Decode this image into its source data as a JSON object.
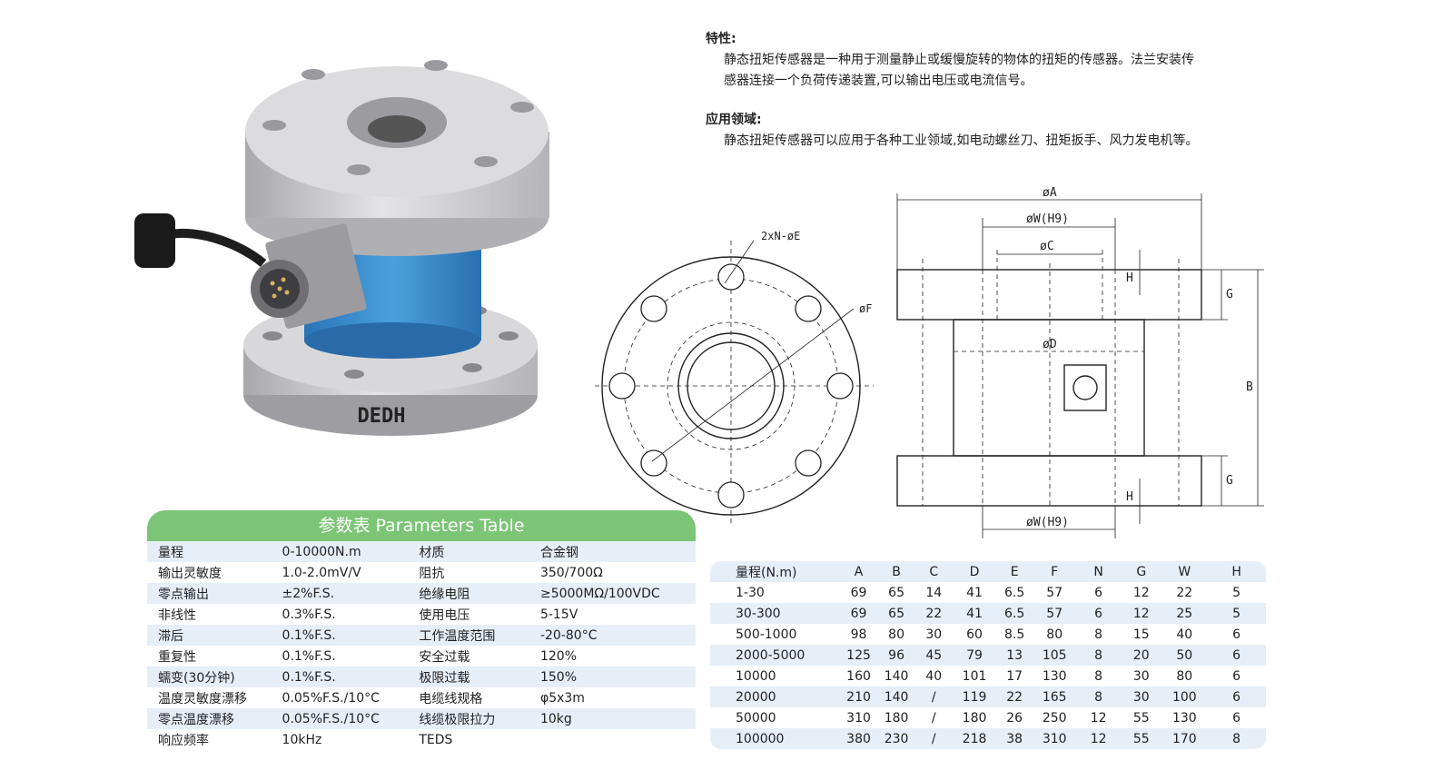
{
  "description": {
    "features_heading": "特性:",
    "features_line1": "静态扭矩传感器是一种用于测量静止或缓慢旋转的物体的扭矩的传感器。法兰安装传",
    "features_line2": "感器连接一个负荷传递装置,可以输出电压或电流信号。",
    "application_heading": "应用领域:",
    "application_text": "静态扭矩传感器可以应用于各种工业领域,如电动螺丝刀、扭矩扳手、风力发电机等。"
  },
  "product_photo": {
    "logo": "DEDH",
    "colors": {
      "flange": "#c9c9cc",
      "body": "#3a8fd0",
      "connector": "#8c8c8c"
    }
  },
  "drawing_labels": {
    "phiA": "øA",
    "phiW_top": "øW(H9)",
    "phiC": "øC",
    "phiD": "øD",
    "phiW_bottom": "øW(H9)",
    "H_top": "H",
    "H_bottom": "H",
    "G_top": "G",
    "G_bottom": "G",
    "B": "B",
    "holes": "2xN-øE",
    "phiF": "øF"
  },
  "params_table": {
    "title": "参数表  Parameters Table",
    "rows": [
      [
        "量程",
        "0-10000N.m",
        "材质",
        "合金钢"
      ],
      [
        "输出灵敏度",
        "1.0-2.0mV/V",
        "阻抗",
        "350/700Ω"
      ],
      [
        "零点输出",
        "±2%F.S.",
        "绝缘电阻",
        "≥5000MΩ/100VDC"
      ],
      [
        "非线性",
        "0.3%F.S.",
        "使用电压",
        "5-15V"
      ],
      [
        "滞后",
        "0.1%F.S.",
        "工作温度范围",
        "-20-80°C"
      ],
      [
        "重复性",
        "0.1%F.S.",
        "安全过载",
        "120%"
      ],
      [
        "蠕变(30分钟)",
        "0.1%F.S.",
        "极限过载",
        "150%"
      ],
      [
        "温度灵敏度漂移",
        "0.05%F.S./10°C",
        "电缆线规格",
        "φ5x3m"
      ],
      [
        "零点温度漂移",
        "0.05%F.S./10°C",
        "线缆极限拉力",
        "10kg"
      ],
      [
        "响应频率",
        "10kHz",
        "TEDS",
        ""
      ]
    ]
  },
  "dims_table": {
    "header": [
      "量程(N.m)",
      "A",
      "B",
      "C",
      "D",
      "E",
      "F",
      "N",
      "G",
      "W",
      "H"
    ],
    "rows": [
      [
        "1-30",
        "69",
        "65",
        "14",
        "41",
        "6.5",
        "57",
        "6",
        "12",
        "22",
        "5"
      ],
      [
        "30-300",
        "69",
        "65",
        "22",
        "41",
        "6.5",
        "57",
        "6",
        "12",
        "25",
        "5"
      ],
      [
        "500-1000",
        "98",
        "80",
        "30",
        "60",
        "8.5",
        "80",
        "8",
        "15",
        "40",
        "6"
      ],
      [
        "2000-5000",
        "125",
        "96",
        "45",
        "79",
        "13",
        "105",
        "8",
        "20",
        "50",
        "6"
      ],
      [
        "10000",
        "160",
        "140",
        "40",
        "101",
        "17",
        "130",
        "8",
        "30",
        "80",
        "6"
      ],
      [
        "20000",
        "210",
        "140",
        "/",
        "119",
        "22",
        "165",
        "8",
        "30",
        "100",
        "6"
      ],
      [
        "50000",
        "310",
        "180",
        "/",
        "180",
        "26",
        "250",
        "12",
        "55",
        "130",
        "6"
      ],
      [
        "100000",
        "380",
        "230",
        "/",
        "218",
        "38",
        "310",
        "12",
        "55",
        "170",
        "8"
      ]
    ]
  }
}
